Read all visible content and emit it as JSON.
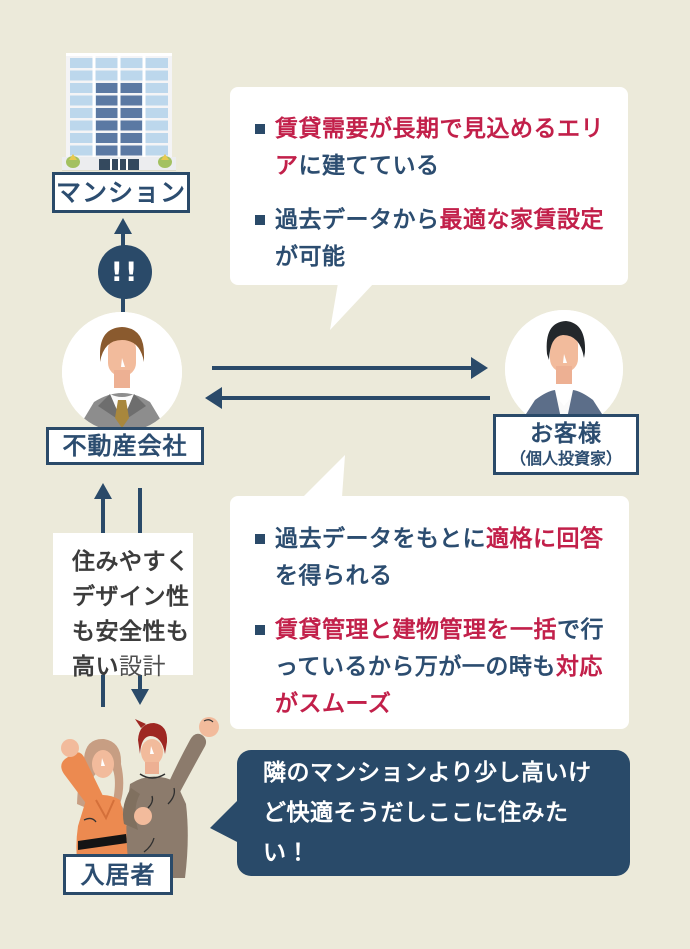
{
  "palette": {
    "background": "#ECEADA",
    "navy": "#2A4A69",
    "navy-text": "#2C4D70",
    "red": "#C2204A",
    "bubble-dark": "#294A69"
  },
  "labels": {
    "building": "マンション",
    "company": "不動産会社",
    "customer": "お客様",
    "customer_sub": "（個人投資家）",
    "resident": "入居者",
    "alert": "!!"
  },
  "bubble_company": {
    "items": [
      {
        "segments": [
          {
            "text": "賃貸需要が長期で見込めるエリア",
            "style": "em"
          },
          {
            "text": "に建てている"
          }
        ]
      },
      {
        "segments": [
          {
            "text": "過去データから"
          },
          {
            "text": "最適な家賃設定",
            "style": "em"
          },
          {
            "text": "が可能"
          }
        ]
      }
    ]
  },
  "bubble_customer": {
    "items": [
      {
        "segments": [
          {
            "text": "過去データをもとに"
          },
          {
            "text": "適格に回答",
            "style": "em"
          },
          {
            "text": "を得られる"
          }
        ]
      },
      {
        "segments": [
          {
            "text": "賃貸管理と建物管理を一括",
            "style": "em"
          },
          {
            "text": "で行っているから万が一の時も"
          },
          {
            "text": "対応がスムーズ",
            "style": "em"
          }
        ]
      }
    ]
  },
  "bubble_resident": {
    "text": "隣のマンションより少し高いけど快適そうだしここに住みたい！"
  },
  "side_note": {
    "lines": [
      {
        "segments": [
          {
            "text": "住みやすく"
          }
        ]
      },
      {
        "segments": [
          {
            "text": "デザイン性"
          }
        ]
      },
      {
        "segments": [
          {
            "text": "も安全性も"
          }
        ]
      },
      {
        "segments": [
          {
            "text": "高い"
          },
          {
            "text": "設計",
            "style": "muted"
          }
        ]
      }
    ]
  }
}
